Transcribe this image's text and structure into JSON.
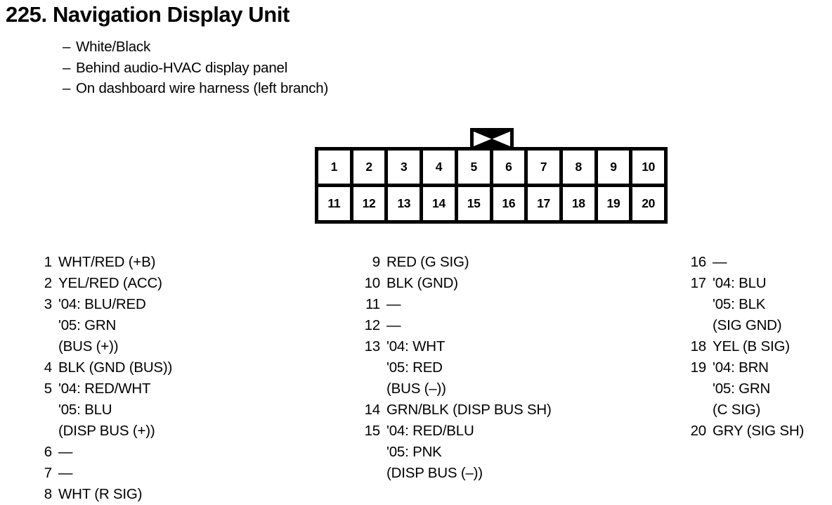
{
  "title": "225. Navigation Display Unit",
  "spec_list": {
    "dash": "–",
    "items": [
      "White/Black",
      "Behind audio-HVAC display panel",
      "On dashboard wire harness (left branch)"
    ]
  },
  "connector": {
    "tab_icon": "bowtie-latch-icon",
    "row_top": [
      "1",
      "2",
      "3",
      "4",
      "5",
      "6",
      "7",
      "8",
      "9",
      "10"
    ],
    "row_bottom": [
      "11",
      "12",
      "13",
      "14",
      "15",
      "16",
      "17",
      "18",
      "19",
      "20"
    ]
  },
  "legend": {
    "column_1": [
      {
        "pin": "1",
        "lines": [
          "WHT/RED (+B)"
        ]
      },
      {
        "pin": "2",
        "lines": [
          "YEL/RED (ACC)"
        ]
      },
      {
        "pin": "3",
        "lines": [
          "'04: BLU/RED",
          "'05: GRN",
          "(BUS (+))"
        ]
      },
      {
        "pin": "4",
        "lines": [
          "BLK (GND (BUS))"
        ]
      },
      {
        "pin": "5",
        "lines": [
          "'04: RED/WHT",
          "'05: BLU",
          "(DISP BUS (+))"
        ]
      },
      {
        "pin": "6",
        "lines": [
          "—"
        ]
      },
      {
        "pin": "7",
        "lines": [
          "—"
        ]
      },
      {
        "pin": "8",
        "lines": [
          "WHT (R SIG)"
        ]
      }
    ],
    "column_2": [
      {
        "pin": "9",
        "lines": [
          "RED (G SIG)"
        ]
      },
      {
        "pin": "10",
        "lines": [
          "BLK (GND)"
        ]
      },
      {
        "pin": "11",
        "lines": [
          "—"
        ]
      },
      {
        "pin": "12",
        "lines": [
          "—"
        ]
      },
      {
        "pin": "13",
        "lines": [
          "'04: WHT",
          "'05: RED",
          "(BUS (–))"
        ]
      },
      {
        "pin": "14",
        "lines": [
          "GRN/BLK (DISP BUS SH)"
        ]
      },
      {
        "pin": "15",
        "lines": [
          "'04: RED/BLU",
          "'05: PNK",
          "(DISP BUS (–))"
        ]
      }
    ],
    "column_3": [
      {
        "pin": "16",
        "lines": [
          "—"
        ]
      },
      {
        "pin": "17",
        "lines": [
          "'04: BLU",
          "'05: BLK",
          "(SIG GND)"
        ]
      },
      {
        "pin": "18",
        "lines": [
          "YEL (B SIG)"
        ]
      },
      {
        "pin": "19",
        "lines": [
          "'04: BRN",
          "'05: GRN",
          "(C SIG)"
        ]
      },
      {
        "pin": "20",
        "lines": [
          "GRY (SIG SH)"
        ]
      }
    ]
  },
  "colors": {
    "ink": "#000000",
    "paper": "#ffffff"
  }
}
